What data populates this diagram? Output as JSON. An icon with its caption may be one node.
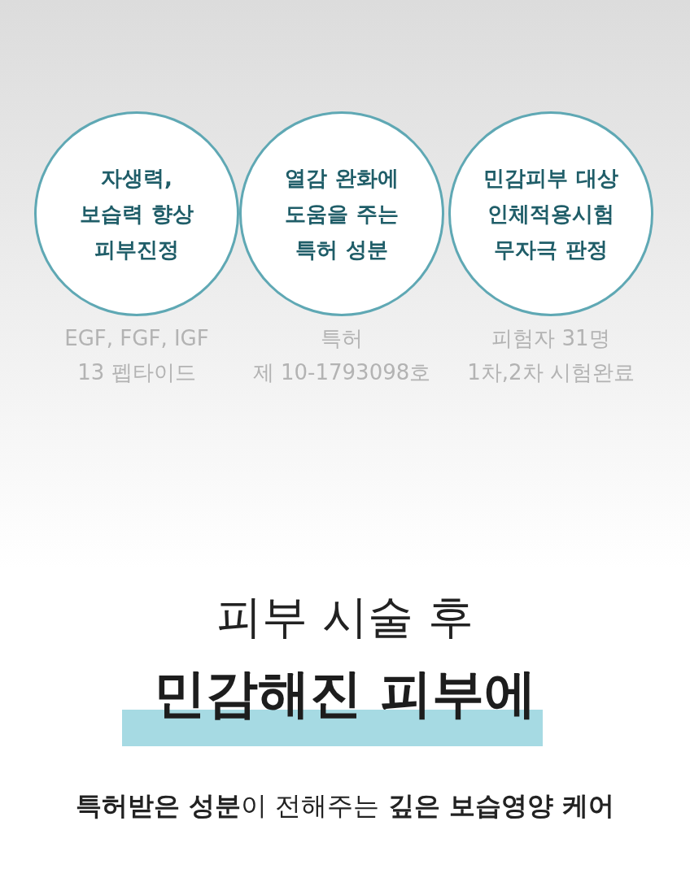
{
  "diagram": {
    "nodes": [
      {
        "text": [
          "자생력, 보습력 향상 피부진정"
        ],
        "beside": [
          "EGF, FGF, IGF",
          "13 펩타이드"
        ]
      },
      {
        "text": [
          "열감 완화에 도움을 주는 특허 성분"
        ],
        "beside": [
          "특허",
          "제 10-1793098호"
        ]
      },
      {
        "text": [
          "민감피부 대상 인체적용시험 무자극 판정"
        ],
        "beside": [
          "피험자 31명",
          "1차,2차 시험완료"
        ]
      }
    ],
    "labels": [
      "피부 시술 후",
      "민감해진 피부에",
      "**특허받은 성분**이 전해주는 **깊은 보습영양 케어**"
    ]
  }
}
